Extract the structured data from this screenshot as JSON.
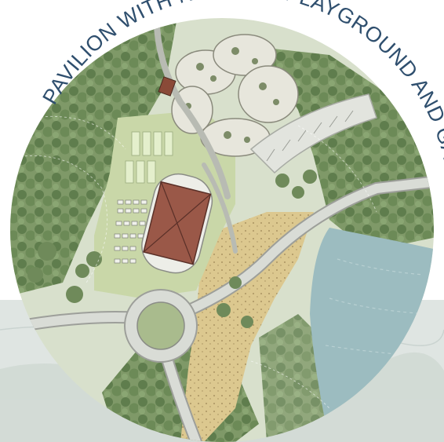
{
  "title_arc_text": "PAVILION WITH NATURAL PLAYGROUND AND GARDENS",
  "colors": {
    "title": "#2f4f6e",
    "pavilion_roof": "#9a5848",
    "lake": "#9cbcc0",
    "meadow": "#d8c58a",
    "lawn": "#c9d7a8",
    "trees": "#6f8a5a",
    "paths": "#d9dcd6"
  },
  "features": [
    {
      "name": "pavilion",
      "icon": "pavilion-roof"
    },
    {
      "name": "natural playground",
      "icon": "play-pods"
    },
    {
      "name": "gardens",
      "icon": "garden-plots"
    },
    {
      "name": "roundabout",
      "icon": "traffic-circle"
    },
    {
      "name": "lake",
      "icon": "water-body"
    },
    {
      "name": "parking lot",
      "icon": "parking-lot"
    },
    {
      "name": "small shelter",
      "icon": "shelter-roof"
    }
  ]
}
